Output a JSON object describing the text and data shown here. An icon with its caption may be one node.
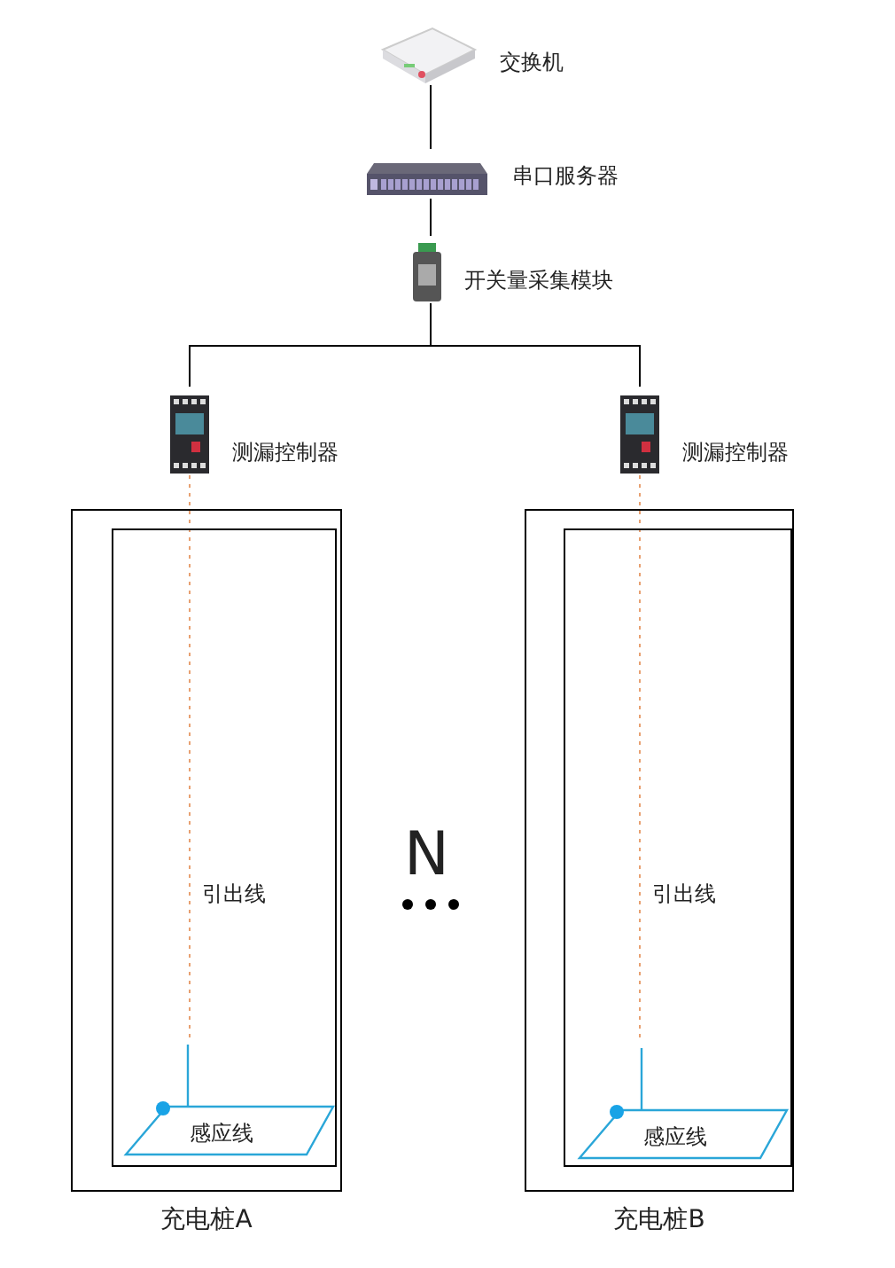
{
  "diagram": {
    "nodes": [
      {
        "text": [
          "交换机"
        ]
      },
      {
        "text": [
          "串口服务器"
        ]
      },
      {
        "text": [
          "开关量采集模块"
        ]
      },
      {
        "text": [
          "测漏控制器"
        ]
      },
      {
        "text": [
          "测漏控制器"
        ]
      },
      {
        "text": [
          "充电桩A"
        ]
      },
      {
        "text": [],
        "shape": "box",
        "in": 5
      },
      {
        "text": [
          "感应线"
        ],
        "in": 6
      },
      {
        "text": [
          "充电桩B"
        ]
      },
      {
        "text": [],
        "shape": "box",
        "in": 8
      },
      {
        "text": [
          "感应线"
        ],
        "in": 9
      }
    ],
    "edges": [
      {
        "from": 0,
        "to": 1,
        "arrow": "none"
      },
      {
        "from": 1,
        "to": 2,
        "arrow": "none"
      },
      {
        "from": 2,
        "to": 3,
        "arrow": "none"
      },
      {
        "from": 2,
        "to": 4,
        "arrow": "none"
      },
      {
        "from": 3,
        "to": 7,
        "arrow": "none",
        "style": "dashed",
        "color": "#e8a070",
        "label": "引出线"
      },
      {
        "from": 4,
        "to": 10,
        "arrow": "none",
        "style": "dashed",
        "color": "#e8a070",
        "label": "引出线"
      }
    ],
    "labels": [
      "N"
    ]
  }
}
